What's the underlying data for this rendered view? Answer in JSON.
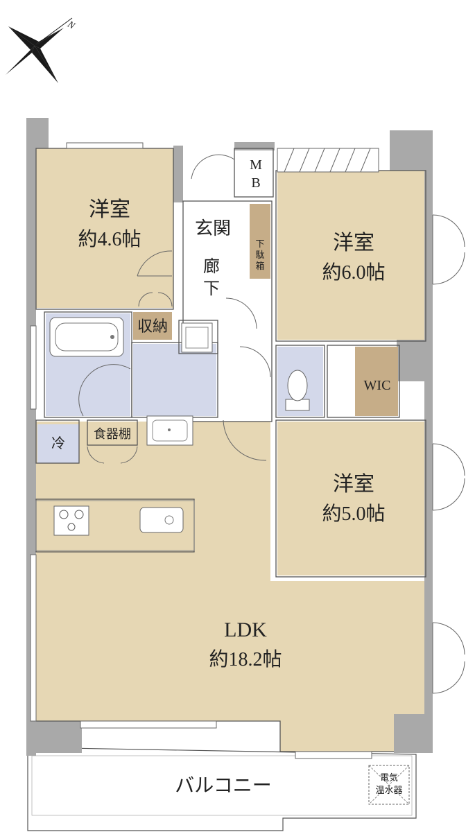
{
  "compass": {
    "label": "N"
  },
  "rooms": {
    "western_a": {
      "name": "洋室",
      "size": "約4.6帖"
    },
    "western_b": {
      "name": "洋室",
      "size": "約6.0帖"
    },
    "western_c": {
      "name": "洋室",
      "size": "約5.0帖"
    },
    "ldk": {
      "name": "LDK",
      "size": "約18.2帖"
    }
  },
  "labels": {
    "entrance": "玄関",
    "corridor_1": "廊",
    "corridor_2": "下",
    "mb_1": "M",
    "mb_2": "B",
    "shoe_1": "下",
    "shoe_2": "駄",
    "shoe_3": "箱",
    "storage": "収納",
    "wic": "WIC",
    "fridge": "冷",
    "cupboard": "食器棚",
    "balcony": "バルコニー",
    "water_heater_1": "電気",
    "water_heater_2": "温水器"
  }
}
